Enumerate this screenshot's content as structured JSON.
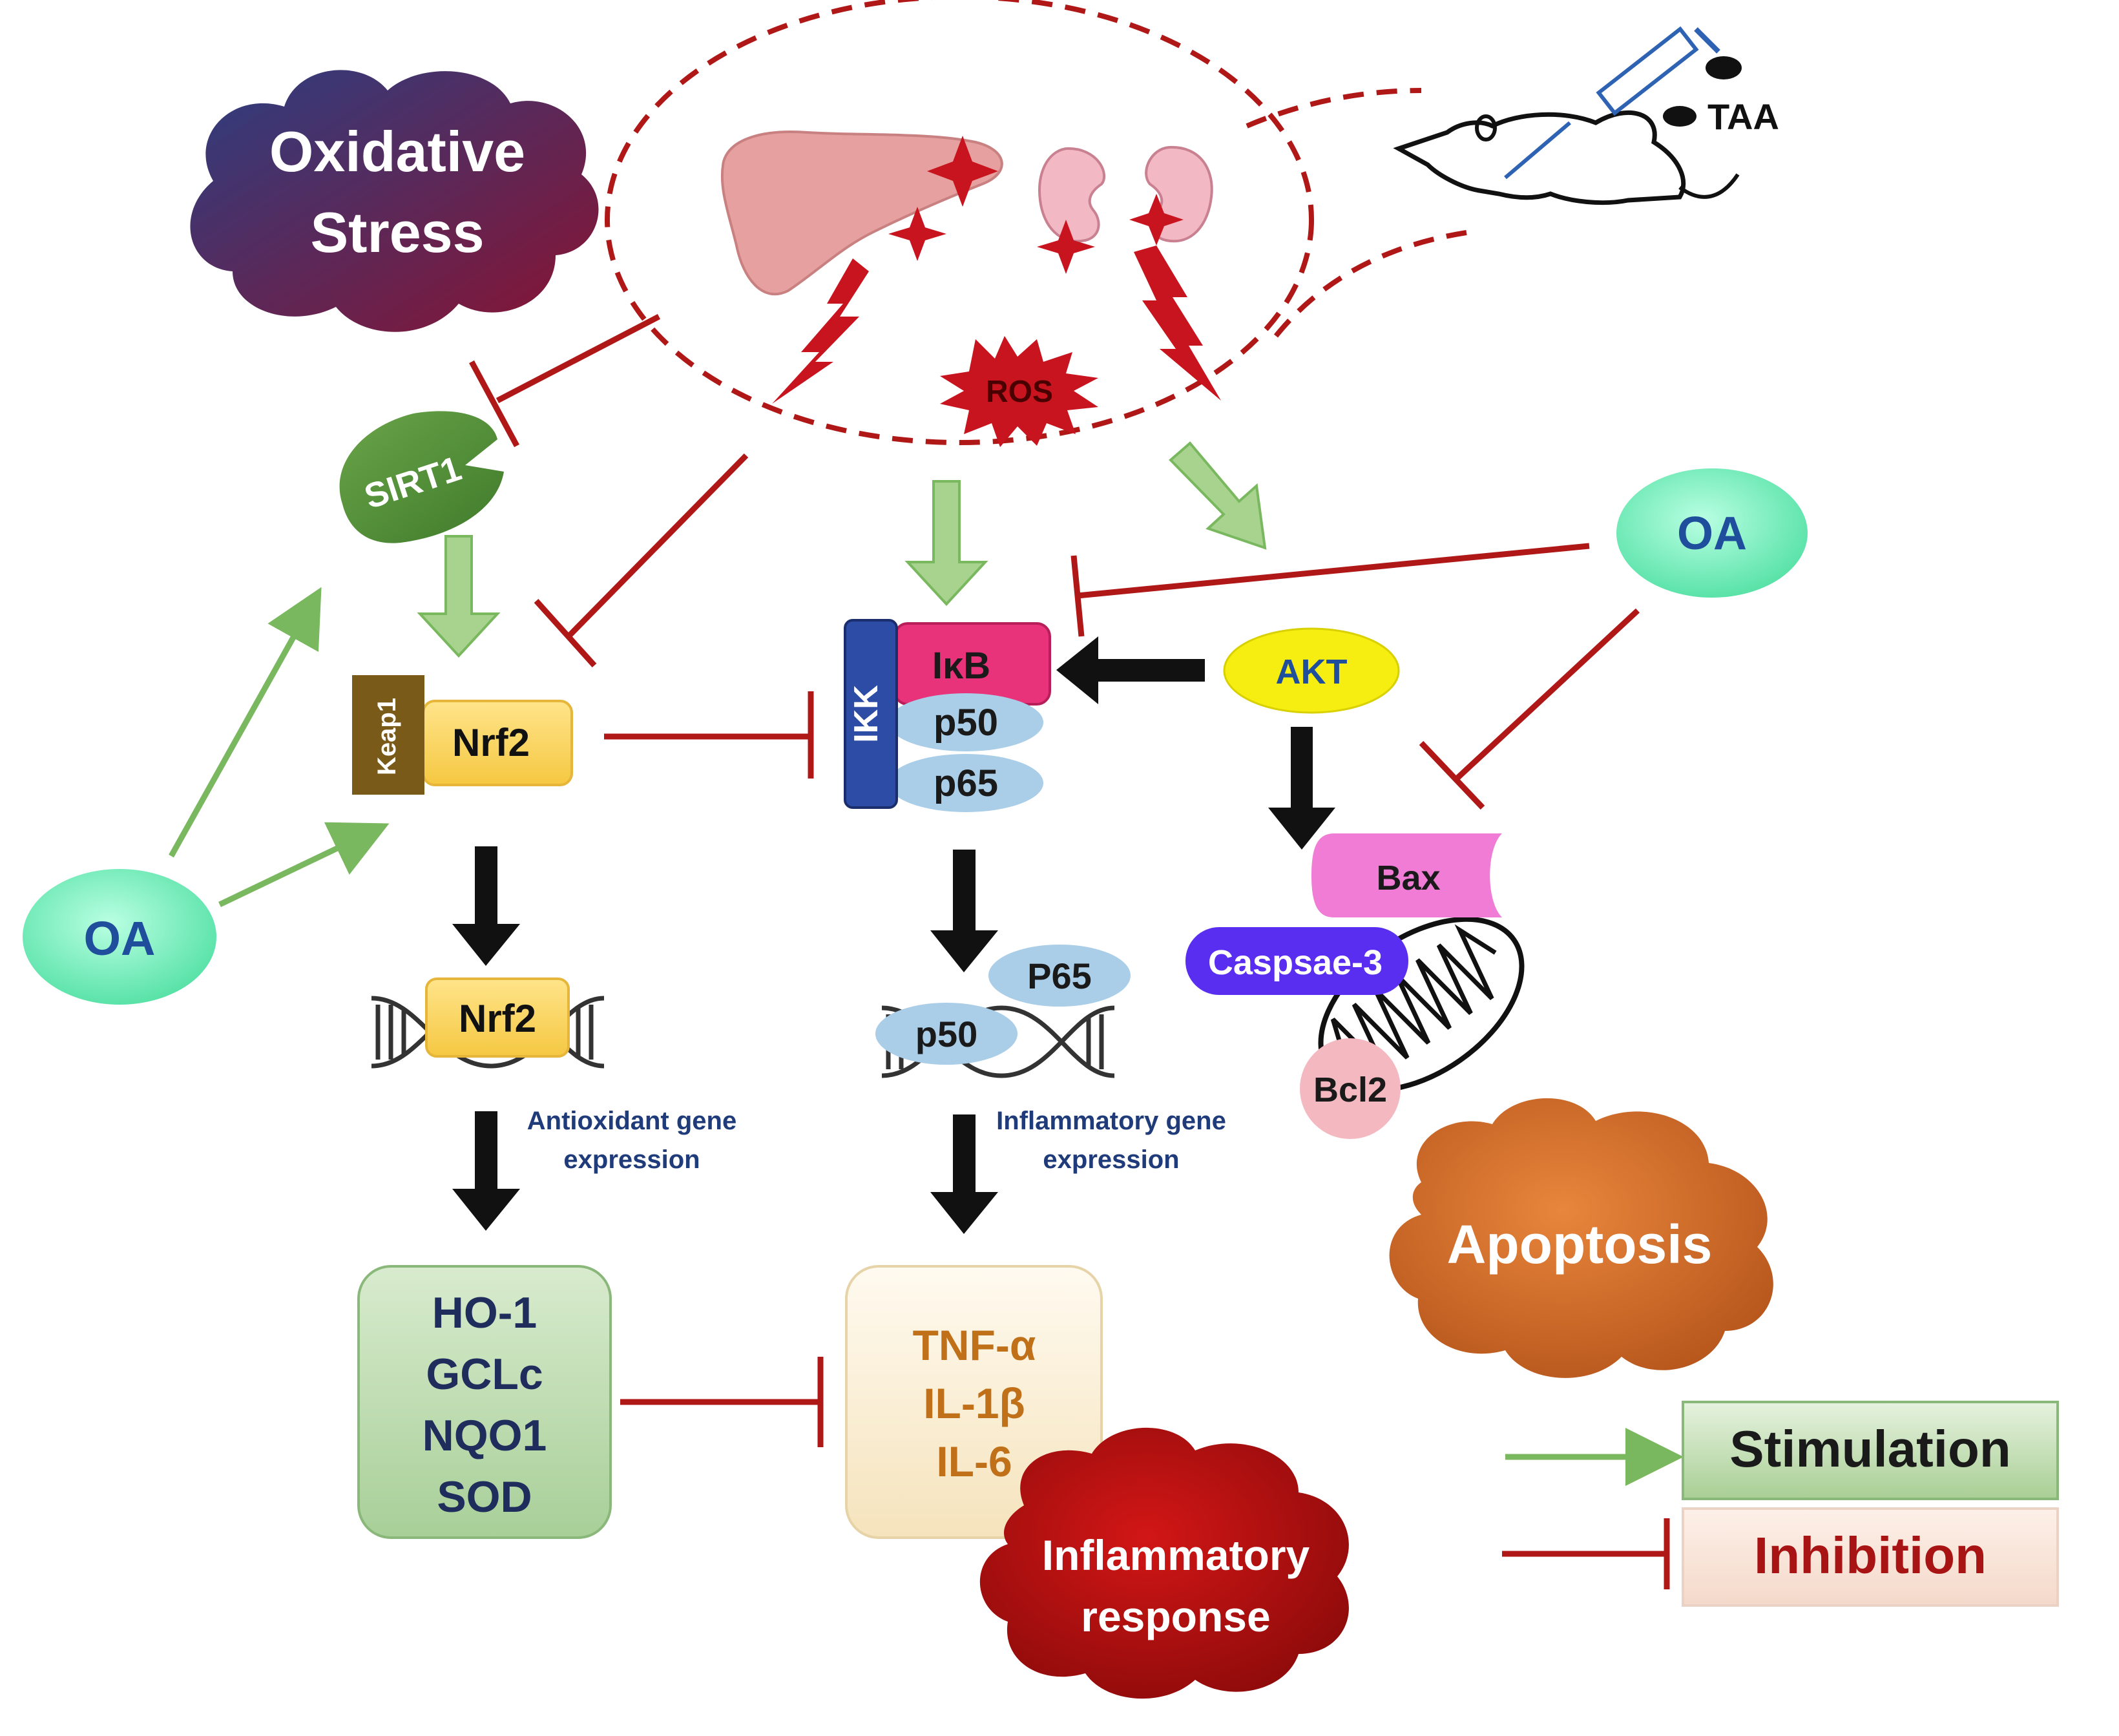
{
  "clouds": {
    "oxidative_stress": [
      "Oxidative",
      "Stress"
    ],
    "apoptosis": "Apoptosis",
    "inflammatory_response": [
      "Inflammatory",
      "response"
    ]
  },
  "nodes": {
    "taa": "TAA",
    "ros": "ROS",
    "sirt1": "SIRT1",
    "keap1": "Keap1",
    "nrf2": "Nrf2",
    "nrf2_dna": "Nrf2",
    "ikk": "IKK",
    "ikb": "IκB",
    "p50": "p50",
    "p65": "p65",
    "p65_dna": "P65",
    "p50_dna": "p50",
    "akt": "AKT",
    "bax": "Bax",
    "caspase": "Caspsae-3",
    "bcl2": "Bcl2",
    "oa_left": "OA",
    "oa_right": "OA"
  },
  "captions": {
    "antioxidant": [
      "Antioxidant gene",
      "expression"
    ],
    "inflammatory": [
      "Inflammatory gene",
      "expression"
    ]
  },
  "antioxidant_box": [
    "HO-1",
    "GCLc",
    "NQO1",
    "SOD"
  ],
  "cytokine_box": [
    "TNF-α",
    "IL-1β",
    "IL-6"
  ],
  "legend": {
    "stimulation": "Stimulation",
    "inhibition": "Inhibition"
  },
  "colors": {
    "stimulation": "#8cc67a",
    "inhibition": "#b01818",
    "ros": "#c8141e",
    "nrf2": "#ffd766",
    "ikb": "#e8337a",
    "oa": "#7ff0be"
  }
}
